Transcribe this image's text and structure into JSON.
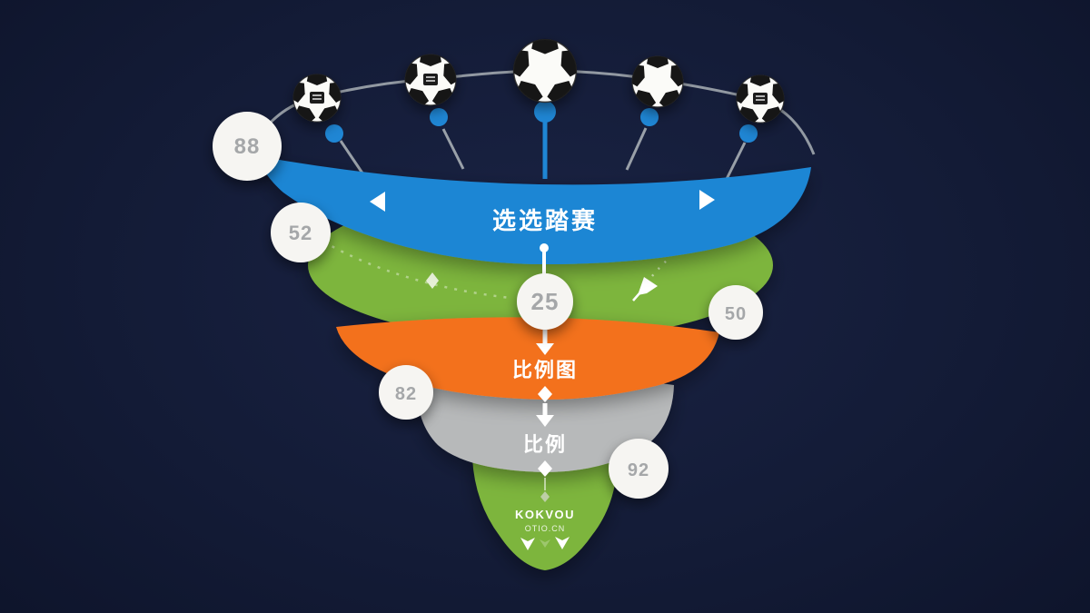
{
  "colors": {
    "background": "#131b36",
    "blue": "#1f86d4",
    "green": "#7db53e",
    "orange": "#f3711f",
    "gray": "#b7b9ba",
    "connector": "#99a0a8",
    "badge_fill": "#f6f5f2",
    "badge_text": "#a5a7a9"
  },
  "funnel": {
    "stages": [
      {
        "name": "stage-1-blue",
        "label": "选选踏赛",
        "color": "#1f86d4"
      },
      {
        "name": "stage-2-green",
        "label": "",
        "color": "#7db53e"
      },
      {
        "name": "stage-3-orange",
        "label": "比例图",
        "color": "#f3711f"
      },
      {
        "name": "stage-4-gray",
        "label": "比例",
        "color": "#b7b9ba"
      },
      {
        "name": "stage-5-tip",
        "label": "KOKVOU",
        "sublabel": "OTIO.CN",
        "color": "#7db53e"
      }
    ]
  },
  "badges": [
    {
      "position": "top-left",
      "value": "88"
    },
    {
      "position": "upper-left",
      "value": "52"
    },
    {
      "position": "center",
      "value": "25"
    },
    {
      "position": "right",
      "value": "50"
    },
    {
      "position": "lower-left",
      "value": "82"
    },
    {
      "position": "lower-right",
      "value": "92"
    }
  ],
  "balls": [
    {
      "name": "soccer-ball-1",
      "logo": true
    },
    {
      "name": "soccer-ball-2",
      "logo": true
    },
    {
      "name": "soccer-ball-3",
      "logo": false
    },
    {
      "name": "soccer-ball-4",
      "logo": false
    },
    {
      "name": "soccer-ball-5",
      "logo": true
    }
  ]
}
